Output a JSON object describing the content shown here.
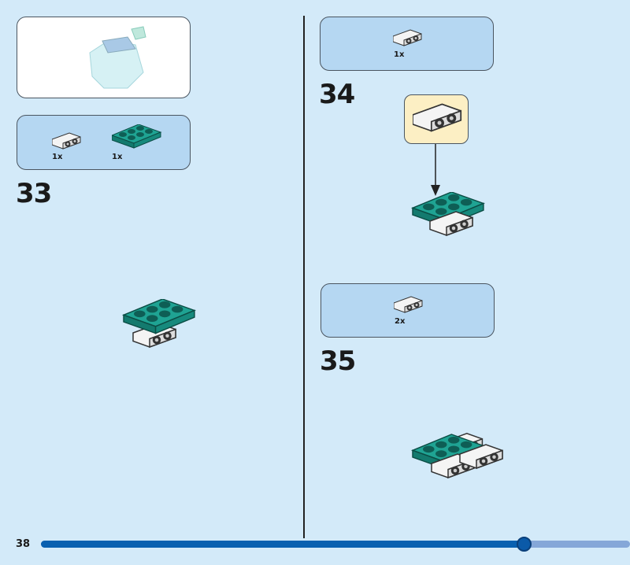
{
  "page_number": "38",
  "progress": 0.82,
  "colors": {
    "background": "#d3eaf9",
    "parts_box": "#b5d7f2",
    "teal": "#1a9a8c",
    "progress": "#0860b0"
  },
  "steps": [
    {
      "number": "33",
      "parts": [
        {
          "name": "bracket-1x2",
          "qty": "1x"
        },
        {
          "name": "plate-2x3",
          "qty": "1x"
        }
      ]
    },
    {
      "number": "34",
      "parts": [
        {
          "name": "bracket-1x2",
          "qty": "1x"
        }
      ]
    },
    {
      "number": "35",
      "parts": [
        {
          "name": "bracket-1x2",
          "qty": "2x"
        }
      ]
    }
  ]
}
